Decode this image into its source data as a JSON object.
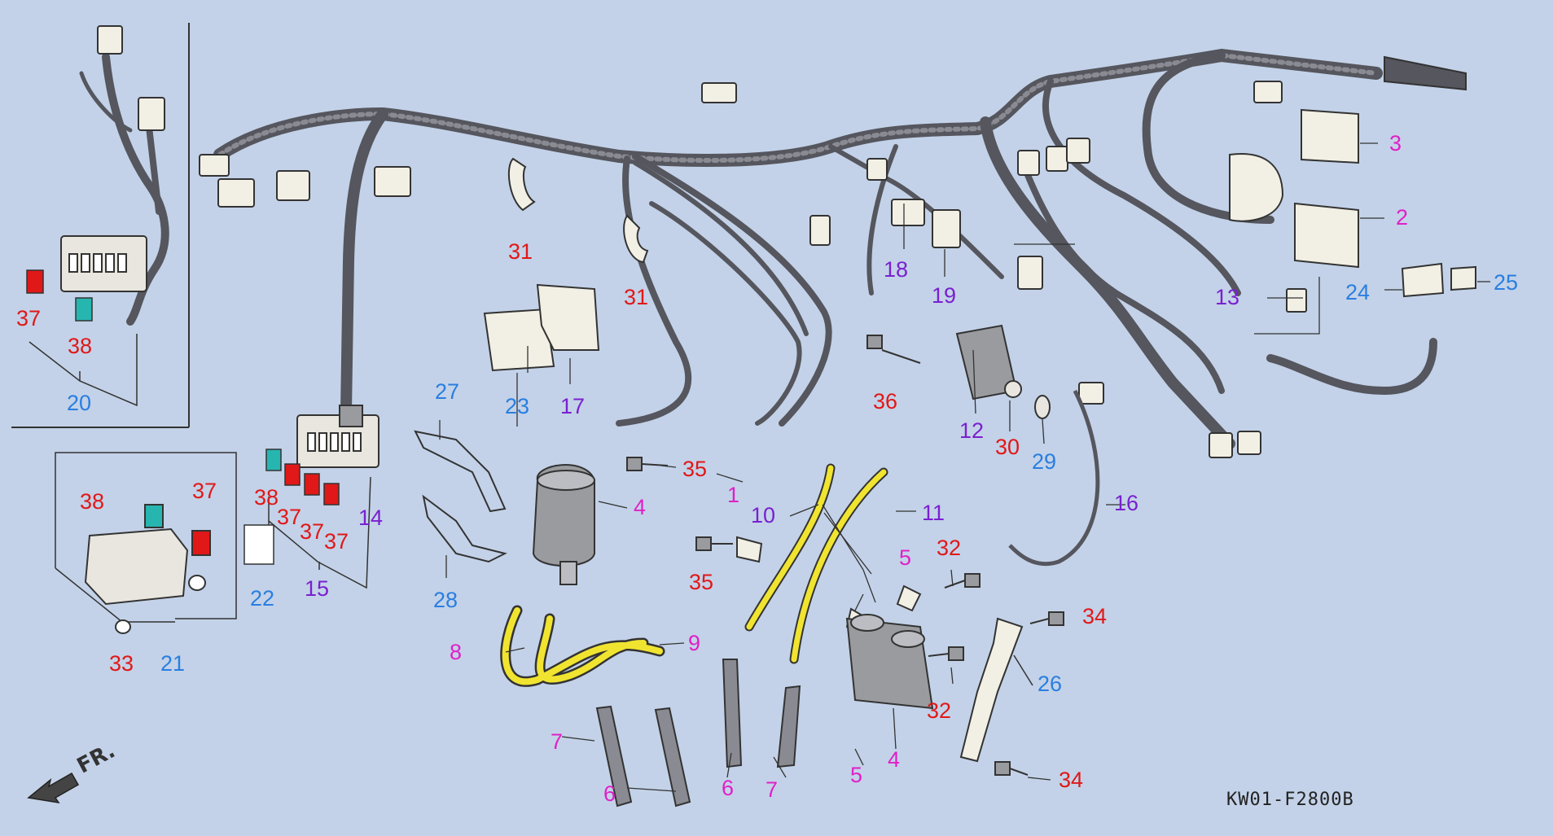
{
  "diagram_code": "KW01-F2800B",
  "front_marker": "FR.",
  "callouts": [
    {
      "id": "c37a",
      "text": "37",
      "color": "red"
    },
    {
      "id": "c38a",
      "text": "38",
      "color": "red"
    },
    {
      "id": "c20",
      "text": "20",
      "color": "blue"
    },
    {
      "id": "c31a",
      "text": "31",
      "color": "red"
    },
    {
      "id": "c31b",
      "text": "31",
      "color": "red"
    },
    {
      "id": "c23",
      "text": "23",
      "color": "blue"
    },
    {
      "id": "c17",
      "text": "17",
      "color": "purple"
    },
    {
      "id": "c27",
      "text": "27",
      "color": "blue"
    },
    {
      "id": "c18",
      "text": "18",
      "color": "purple"
    },
    {
      "id": "c19",
      "text": "19",
      "color": "purple"
    },
    {
      "id": "c3",
      "text": "3",
      "color": "magenta"
    },
    {
      "id": "c2",
      "text": "2",
      "color": "magenta"
    },
    {
      "id": "c13",
      "text": "13",
      "color": "purple"
    },
    {
      "id": "c24",
      "text": "24",
      "color": "blue"
    },
    {
      "id": "c25",
      "text": "25",
      "color": "blue"
    },
    {
      "id": "c36",
      "text": "36",
      "color": "red"
    },
    {
      "id": "c12",
      "text": "12",
      "color": "purple"
    },
    {
      "id": "c30",
      "text": "30",
      "color": "red"
    },
    {
      "id": "c29",
      "text": "29",
      "color": "blue"
    },
    {
      "id": "c16",
      "text": "16",
      "color": "purple"
    },
    {
      "id": "c35a",
      "text": "35",
      "color": "red"
    },
    {
      "id": "c4a",
      "text": "4",
      "color": "magenta"
    },
    {
      "id": "c1",
      "text": "1",
      "color": "magenta"
    },
    {
      "id": "c10",
      "text": "10",
      "color": "purple"
    },
    {
      "id": "c11",
      "text": "11",
      "color": "purple"
    },
    {
      "id": "c35b",
      "text": "35",
      "color": "red"
    },
    {
      "id": "c38b",
      "text": "38",
      "color": "red"
    },
    {
      "id": "c37b",
      "text": "37",
      "color": "red"
    },
    {
      "id": "c38c",
      "text": "38",
      "color": "red"
    },
    {
      "id": "c37c",
      "text": "37",
      "color": "red"
    },
    {
      "id": "c37d",
      "text": "37",
      "color": "red"
    },
    {
      "id": "c37e",
      "text": "37",
      "color": "red"
    },
    {
      "id": "c14",
      "text": "14",
      "color": "purple"
    },
    {
      "id": "c22",
      "text": "22",
      "color": "blue"
    },
    {
      "id": "c15",
      "text": "15",
      "color": "purple"
    },
    {
      "id": "c28",
      "text": "28",
      "color": "blue"
    },
    {
      "id": "c33",
      "text": "33",
      "color": "red"
    },
    {
      "id": "c21",
      "text": "21",
      "color": "blue"
    },
    {
      "id": "c5a",
      "text": "5",
      "color": "magenta"
    },
    {
      "id": "c32a",
      "text": "32",
      "color": "red"
    },
    {
      "id": "c34a",
      "text": "34",
      "color": "red"
    },
    {
      "id": "c26",
      "text": "26",
      "color": "blue"
    },
    {
      "id": "c32b",
      "text": "32",
      "color": "red"
    },
    {
      "id": "c8",
      "text": "8",
      "color": "magenta"
    },
    {
      "id": "c9",
      "text": "9",
      "color": "magenta"
    },
    {
      "id": "c7a",
      "text": "7",
      "color": "magenta"
    },
    {
      "id": "c6a",
      "text": "6",
      "color": "magenta"
    },
    {
      "id": "c6b",
      "text": "6",
      "color": "magenta"
    },
    {
      "id": "c7b",
      "text": "7",
      "color": "magenta"
    },
    {
      "id": "c5b",
      "text": "5",
      "color": "magenta"
    },
    {
      "id": "c4b",
      "text": "4",
      "color": "magenta"
    },
    {
      "id": "c34b",
      "text": "34",
      "color": "red"
    }
  ],
  "colors": {
    "red": "#e01818",
    "magenta": "#e020c8",
    "purple": "#7a20d0",
    "blue": "#2a7ee0",
    "background": "#c3d2e8",
    "harness": "#55565e",
    "cable": "#f0e430"
  }
}
